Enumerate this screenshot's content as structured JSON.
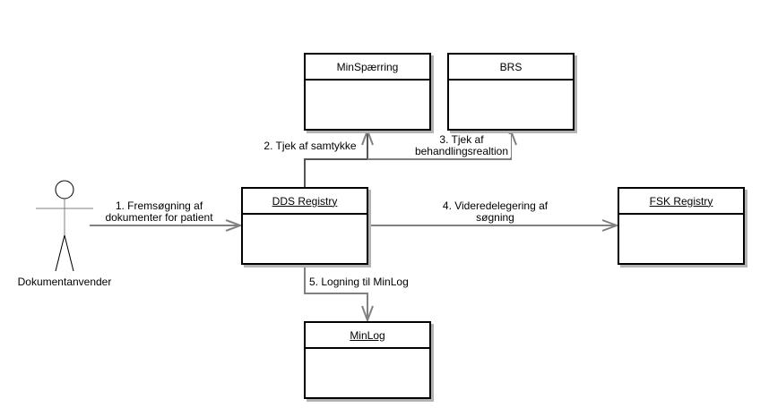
{
  "diagram": {
    "type": "UML communication diagram",
    "actor": {
      "label": "Dokumentanvender"
    },
    "objects": [
      {
        "id": "minspaerring",
        "label": "MinSpærring",
        "underlined": false
      },
      {
        "id": "brs",
        "label": "BRS",
        "underlined": false
      },
      {
        "id": "dds",
        "label": "DDS Registry",
        "underlined": true
      },
      {
        "id": "fsk",
        "label": "FSK Registry",
        "underlined": true
      },
      {
        "id": "minlog",
        "label": "MinLog",
        "underlined": true
      }
    ],
    "messages": [
      {
        "from": "actor",
        "to": "dds",
        "line1": "1. Fremsøgning af",
        "line2": "dokumenter for patient"
      },
      {
        "from": "dds",
        "to": "minspaerring",
        "line1": "2. Tjek af samtykke"
      },
      {
        "from": "dds",
        "to": "brs",
        "line1": "3. Tjek af",
        "line2": "behandlingsrealtion"
      },
      {
        "from": "dds",
        "to": "fsk",
        "line1": "4. Videredelegering af",
        "line2": "søgning"
      },
      {
        "from": "dds",
        "to": "minlog",
        "line1": "5. Logning til MinLog"
      }
    ],
    "colors": {
      "line": "#808080",
      "border": "#000000",
      "shadow": "#b3b3b3"
    }
  }
}
